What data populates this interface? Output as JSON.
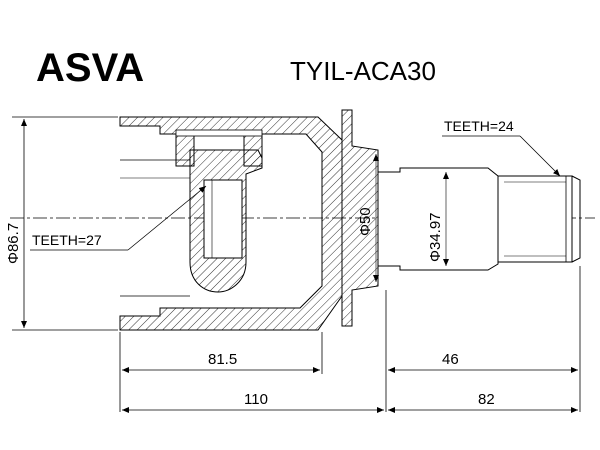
{
  "header": {
    "brand": "ASVA",
    "part_number": "TYIL-ACA30"
  },
  "labels": {
    "teeth_outer": "TEETH=24",
    "teeth_inner": "TEETH=27",
    "dia_outer": "Φ86.7",
    "dia_50": "Φ50",
    "dia_3497": "Φ34.97"
  },
  "dimensions": {
    "d_815": "81.5",
    "d_46": "46",
    "d_110": "110",
    "d_82": "82"
  },
  "colors": {
    "line": "#000000",
    "background": "#ffffff"
  }
}
